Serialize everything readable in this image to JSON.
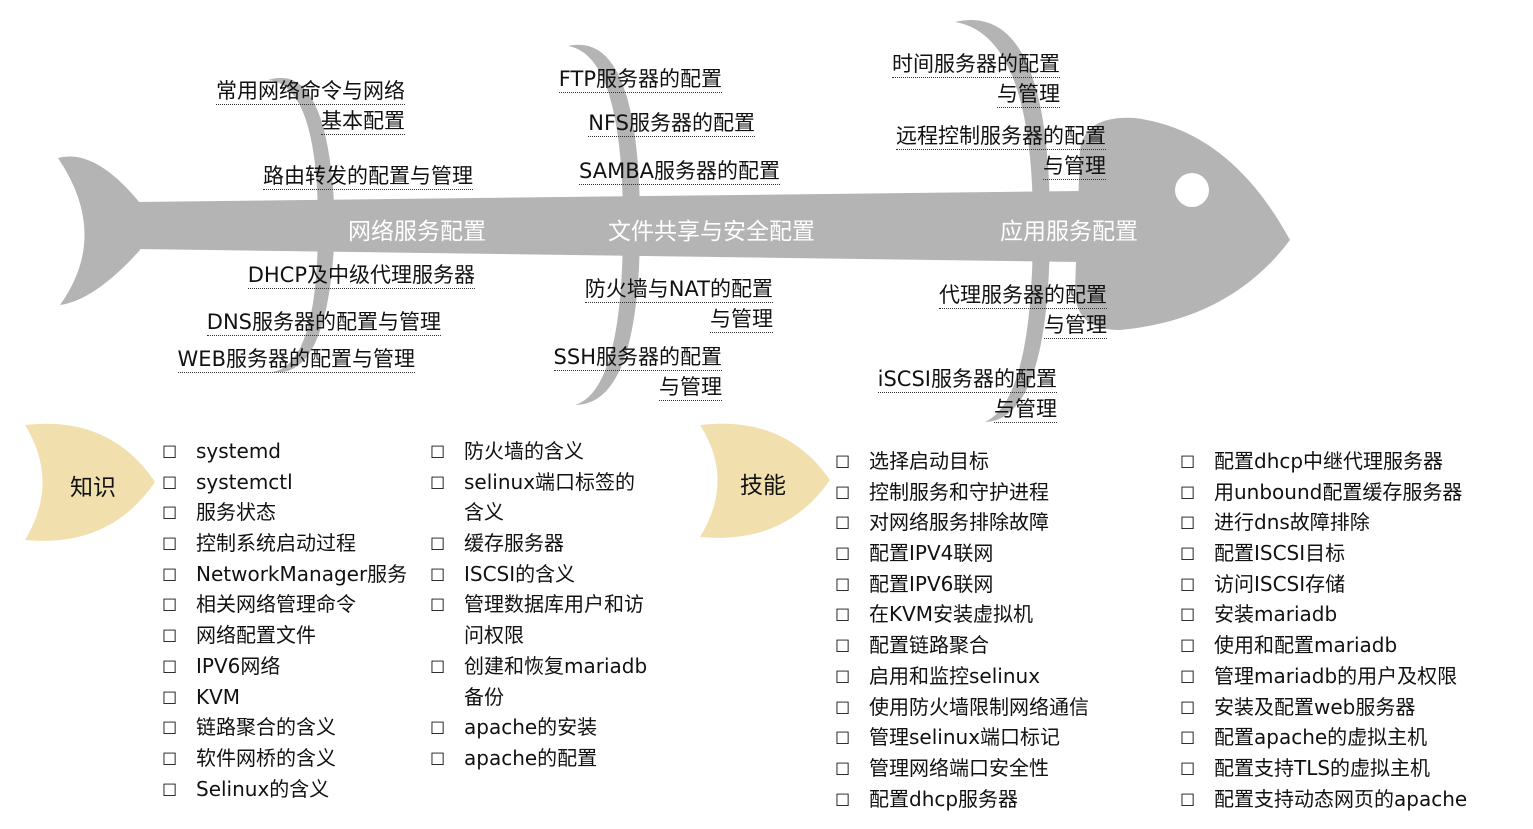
{
  "colors": {
    "fish": "#b4b4b4",
    "tag": "#f1e0ae"
  },
  "spine": {
    "category1": "网络服务配置",
    "category2": "文件共享与安全配置",
    "category3": "应用服务配置"
  },
  "branches": {
    "net_top": [
      [
        "常用网络命令与网络",
        "基本配置"
      ],
      [
        "路由转发的配置与管理"
      ]
    ],
    "net_bottom": [
      [
        "DHCP及中级代理服务器"
      ],
      [
        "DNS服务器的配置与管理"
      ],
      [
        "WEB服务器的配置与管理"
      ]
    ],
    "file_top": [
      [
        "FTP服务器的配置"
      ],
      [
        "NFS服务器的配置"
      ],
      [
        "SAMBA服务器的配置"
      ]
    ],
    "file_bottom": [
      [
        "防火墙与NAT的配置",
        "与管理"
      ],
      [
        "SSH服务器的配置",
        "与管理"
      ]
    ],
    "app_top": [
      [
        "时间服务器的配置",
        "与管理"
      ],
      [
        "远程控制服务器的配置",
        "与管理"
      ]
    ],
    "app_bottom": [
      [
        "代理服务器的配置",
        "与管理"
      ],
      [
        "iSCSI服务器的配置",
        "与管理"
      ]
    ]
  },
  "knowledge": {
    "title": "知识",
    "col1": [
      "systemd",
      "systemctl",
      "服务状态",
      "控制系统启动过程",
      "NetworkManager服务",
      "相关网络管理命令",
      "网络配置文件",
      "IPV6网络",
      "KVM",
      "链路聚合的含义",
      "软件网桥的含义",
      "Selinux的含义"
    ],
    "col2": [
      [
        "防火墙的含义"
      ],
      [
        "selinux端口标签的",
        "含义"
      ],
      [
        "缓存服务器"
      ],
      [
        "ISCSI的含义"
      ],
      [
        "管理数据库用户和访",
        "问权限"
      ],
      [
        "创建和恢复mariadb",
        "备份"
      ],
      [
        "apache的安装"
      ],
      [
        "apache的配置"
      ]
    ]
  },
  "skills": {
    "title": "技能",
    "col1": [
      "选择启动目标",
      "控制服务和守护进程",
      "对网络服务排除故障",
      "配置IPV4联网",
      "配置IPV6联网",
      "在KVM安装虚拟机",
      "配置链路聚合",
      "启用和监控selinux",
      "使用防火墙限制网络通信",
      "管理selinux端口标记",
      "管理网络端口安全性",
      "配置dhcp服务器"
    ],
    "col2": [
      "配置dhcp中继代理服务器",
      "用unbound配置缓存服务器",
      "进行dns故障排除",
      "配置ISCSI目标",
      "访问ISCSI存储",
      "安装mariadb",
      "使用和配置mariadb",
      "管理mariadb的用户及权限",
      "安装及配置web服务器",
      "配置apache的虚拟主机",
      "配置支持TLS的虚拟主机",
      "配置支持动态网页的apache"
    ]
  },
  "checkbox": "☐"
}
